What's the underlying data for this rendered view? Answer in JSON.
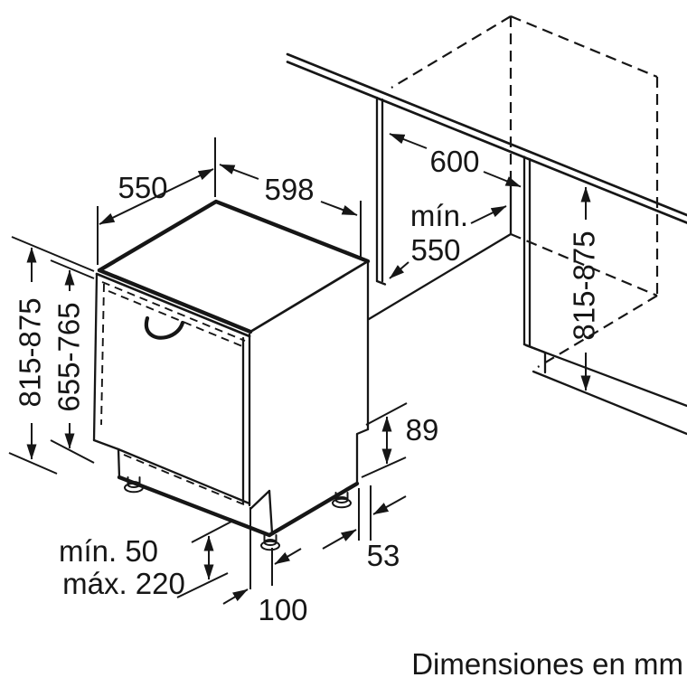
{
  "diagram": {
    "caption": "Dimensiones en mm",
    "unit": "mm",
    "labels": {
      "top_depth": "550",
      "top_width": "598",
      "niche_width": "600",
      "niche_depth_line1": "mín.",
      "niche_depth_line2": "550",
      "niche_height": "815-875",
      "appliance_height": "815-875",
      "door_panel_height": "655-765",
      "rear_plinth_height": "89",
      "rear_foot_offset": "53",
      "plinth_depth": "100",
      "plinth_clearance_min": "mín. 50",
      "plinth_clearance_max": "máx. 220"
    }
  }
}
